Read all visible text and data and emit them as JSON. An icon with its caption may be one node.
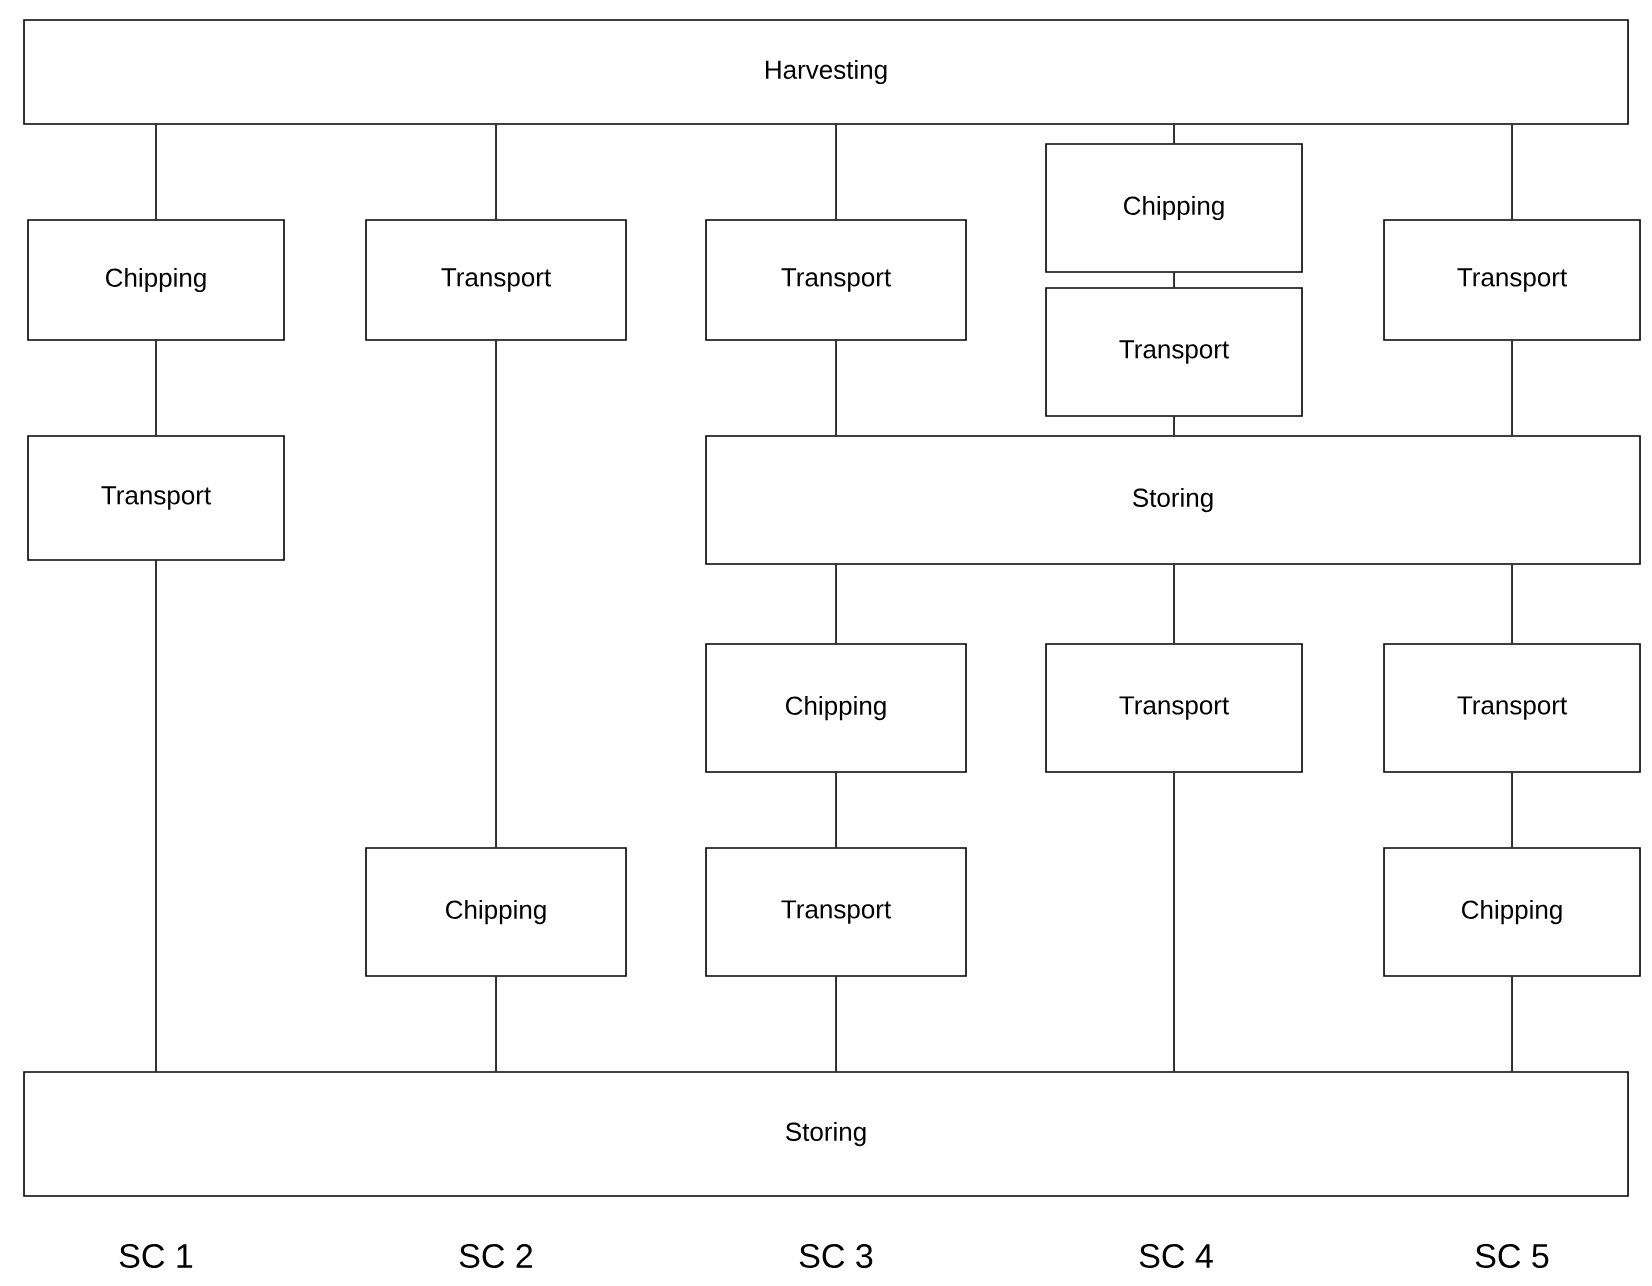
{
  "diagram": {
    "nodes": [
      {
        "text": [
          "Harvesting"
        ]
      },
      {
        "text": [
          "Chipping"
        ]
      },
      {
        "text": [
          "Transport"
        ]
      },
      {
        "text": [
          "Transport"
        ]
      },
      {
        "text": [
          "Chipping"
        ]
      },
      {
        "text": [
          "Transport"
        ]
      },
      {
        "text": [
          "Transport"
        ]
      },
      {
        "text": [
          "Transport"
        ]
      },
      {
        "text": [
          "Storing"
        ]
      },
      {
        "text": [
          "Chipping"
        ]
      },
      {
        "text": [
          "Transport"
        ]
      },
      {
        "text": [
          "Transport"
        ]
      },
      {
        "text": [
          "Chipping"
        ]
      },
      {
        "text": [
          "Transport"
        ]
      },
      {
        "text": [
          "Chipping"
        ]
      },
      {
        "text": [
          "Storing"
        ]
      }
    ],
    "edges": [
      {
        "from": 0,
        "to": 1,
        "arrow": "none"
      },
      {
        "from": 0,
        "to": 2,
        "arrow": "none"
      },
      {
        "from": 0,
        "to": 3,
        "arrow": "none"
      },
      {
        "from": 0,
        "to": 4,
        "arrow": "none"
      },
      {
        "from": 0,
        "to": 5,
        "arrow": "none"
      },
      {
        "from": 1,
        "to": 7,
        "arrow": "none"
      },
      {
        "from": 7,
        "to": 15,
        "arrow": "none"
      },
      {
        "from": 2,
        "to": 12,
        "arrow": "none"
      },
      {
        "from": 12,
        "to": 15,
        "arrow": "none"
      },
      {
        "from": 3,
        "to": 8,
        "arrow": "none"
      },
      {
        "from": 4,
        "to": 6,
        "arrow": "none"
      },
      {
        "from": 6,
        "to": 8,
        "arrow": "none"
      },
      {
        "from": 5,
        "to": 8,
        "arrow": "none"
      },
      {
        "from": 8,
        "to": 9,
        "arrow": "none"
      },
      {
        "from": 8,
        "to": 10,
        "arrow": "none"
      },
      {
        "from": 8,
        "to": 11,
        "arrow": "none"
      },
      {
        "from": 9,
        "to": 13,
        "arrow": "none"
      },
      {
        "from": 13,
        "to": 15,
        "arrow": "none"
      },
      {
        "from": 10,
        "to": 15,
        "arrow": "none"
      },
      {
        "from": 11,
        "to": 14,
        "arrow": "none"
      },
      {
        "from": 14,
        "to": 15,
        "arrow": "none"
      }
    ],
    "labels": [
      "SC 1",
      "SC 2",
      "SC 3",
      "SC 4",
      "SC 5"
    ]
  }
}
